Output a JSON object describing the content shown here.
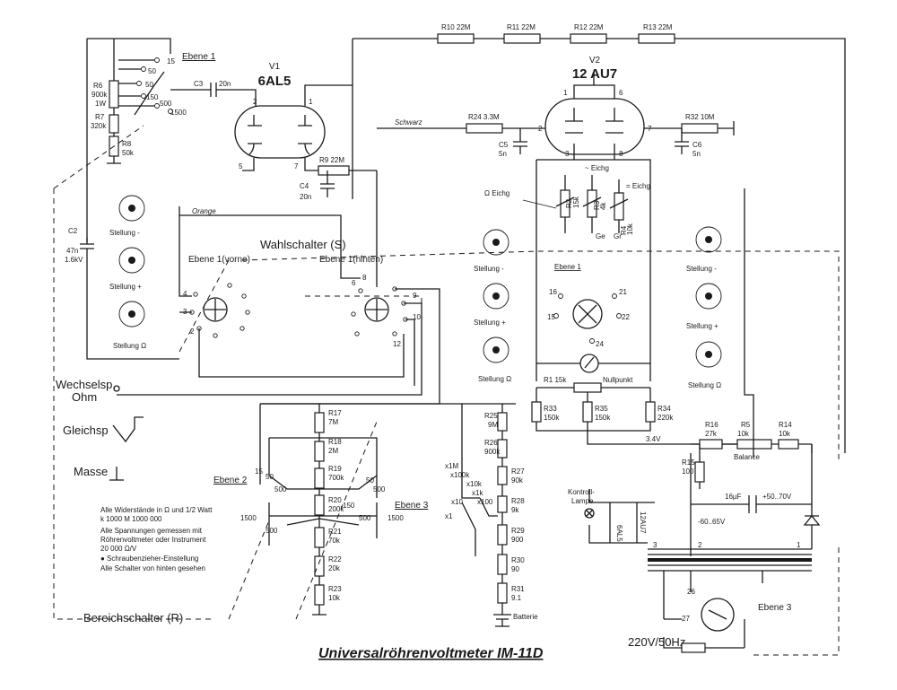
{
  "title": "Universalröhrenvoltmeter IM-11D",
  "tubes": {
    "v1": {
      "id": "V1",
      "type": "6AL5"
    },
    "v2": {
      "id": "V2",
      "type": "12 AU7"
    }
  },
  "switches": {
    "wahlschalter": "Wahlschalter (S)",
    "bereichschalter": "Bereichschalter (R)",
    "ebene1": "Ebene 1",
    "ebene1_vorne": "Ebene 1(vorne)",
    "ebene1_hinten": "Ebene 1(hinten)",
    "ebene2": "Ebene 2",
    "ebene3": "Ebene 3"
  },
  "stellung": {
    "minus": "Stellung -",
    "plus": "Stellung +",
    "ohm": "Stellung Ω"
  },
  "inputs": {
    "wechsel_line1": "Wechselsp.",
    "wechsel_line2": "Ohm",
    "gleich": "Gleichsp",
    "masse": "Masse"
  },
  "wires": {
    "orange": "Orange",
    "schwarz": "Schwarz",
    "ge": "Ge",
    "gr": "Gr"
  },
  "resistors": {
    "R10": "R10 22M",
    "R11": "R11 22M",
    "R12": "R12 22M",
    "R13": "R13 22M",
    "R24": "R24 3.3M",
    "R32": "R32 10M",
    "R9": "R9 22M",
    "R6a": "R6",
    "R6b": "900k",
    "R6c": "1W",
    "R7a": "R7",
    "R7b": "320k",
    "R8a": "R8",
    "R8b": "50k",
    "R17a": "R17",
    "R17b": "7M",
    "R18a": "R18",
    "R18b": "2M",
    "R19a": "R19",
    "R19b": "700k",
    "R20a": "R20",
    "R20b": "200k",
    "R21a": "R21",
    "R21b": "70k",
    "R22a": "R22",
    "R22b": "20k",
    "R23a": "R23",
    "R23b": "10k",
    "R25a": "R25",
    "R25b": "9M",
    "R26a": "R26",
    "R26b": "900k",
    "R27a": "R27",
    "R27b": "90k",
    "R28a": "R28",
    "R28b": "9k",
    "R29a": "R29",
    "R29b": "900",
    "R30a": "R30",
    "R30b": "90",
    "R31a": "R31",
    "R31b": "9.1",
    "R33a": "R33",
    "R33b": "150k",
    "R35a": "R35",
    "R35b": "150k",
    "R34a": "R34",
    "R34b": "220k",
    "R1": "R1 15k",
    "R16a": "R16",
    "R16b": "27k",
    "R5a": "R5",
    "R5b": "10k",
    "R14a": "R14",
    "R14b": "10k",
    "R15a": "R15",
    "R15b": "100",
    "R2a": "R2",
    "R2b": "15k",
    "R3a": "R3",
    "R3b": "4k",
    "R4a": "R4",
    "R4b": "10k"
  },
  "capacitors": {
    "C3a": "C3",
    "C3b": "20n",
    "C4a": "C4",
    "C4b": "20n",
    "C2a": "C2",
    "C2b": "47n",
    "C2c": "1.6kV",
    "C5a": "C5",
    "C5b": "5n",
    "C6a": "C6",
    "C6b": "5n",
    "elko": "16µF",
    "elko_v": "+50..70V"
  },
  "adjust": {
    "ohm_eichg": "Ω Eichg",
    "ac_eichg": "~ Eichg",
    "dc_eichg": "= Eichg",
    "nullpunkt": "Nullpunkt",
    "balance": "Balance"
  },
  "power": {
    "kontroll1": "Kontroll-",
    "kontroll2": "Lampe",
    "lamp_tube1": "6AL5",
    "lamp_tube2": "12AU7",
    "mains": "220V/50Hz",
    "dc_rail": "-60..65V",
    "batterie": "Batterie",
    "v3": "3.4V"
  },
  "ranges": {
    "r15": "15",
    "r50": "50",
    "r150": "150",
    "r500": "500",
    "r1500": "1500",
    "x1": "x1",
    "x10": "x10",
    "x100": "x100",
    "x1k": "x1k",
    "x10k": "x10k",
    "x100k": "x100k",
    "x1m": "x1M"
  },
  "notes": {
    "n1": "Alle Widerstände in Ω und 1/2 Watt",
    "n2": "k  1000  M  1000 000",
    "n3": "Alle Spannungen gemessen mit",
    "n4": "Röhrenvoltmeter oder Instrument",
    "n5": "20 000 Ω/V",
    "n6": "● Schraubenzieher-Einstellung",
    "n7": "Alle Schalter von hinten gesehen"
  }
}
